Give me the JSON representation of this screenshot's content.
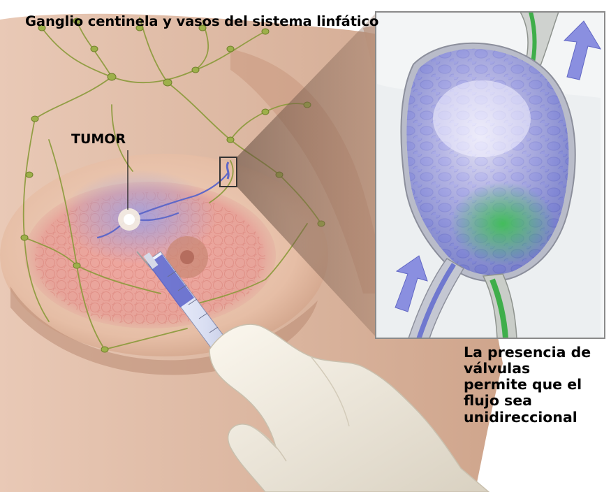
{
  "title": "Ganglio centinela y vasos del sistema linfático",
  "tumor_label": "TUMOR",
  "caption_lines": [
    "La presencia de",
    "válvulas",
    "permite que el",
    "flujo sea",
    "unidireccional"
  ],
  "colors": {
    "skin": "#e8c3ae",
    "lymph_vessel": "#8a9a3a",
    "lymph_node": "#9db04a",
    "tracer_blue": "#6f78cf",
    "tracer_green": "#3fae4a",
    "inset_border": "#8a8a8a"
  }
}
